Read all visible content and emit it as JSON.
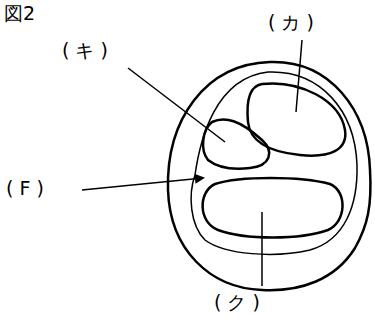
{
  "diagram": {
    "title": "図2",
    "labels": [
      "( カ )",
      "( キ )",
      "( F )",
      "( ク )"
    ]
  }
}
